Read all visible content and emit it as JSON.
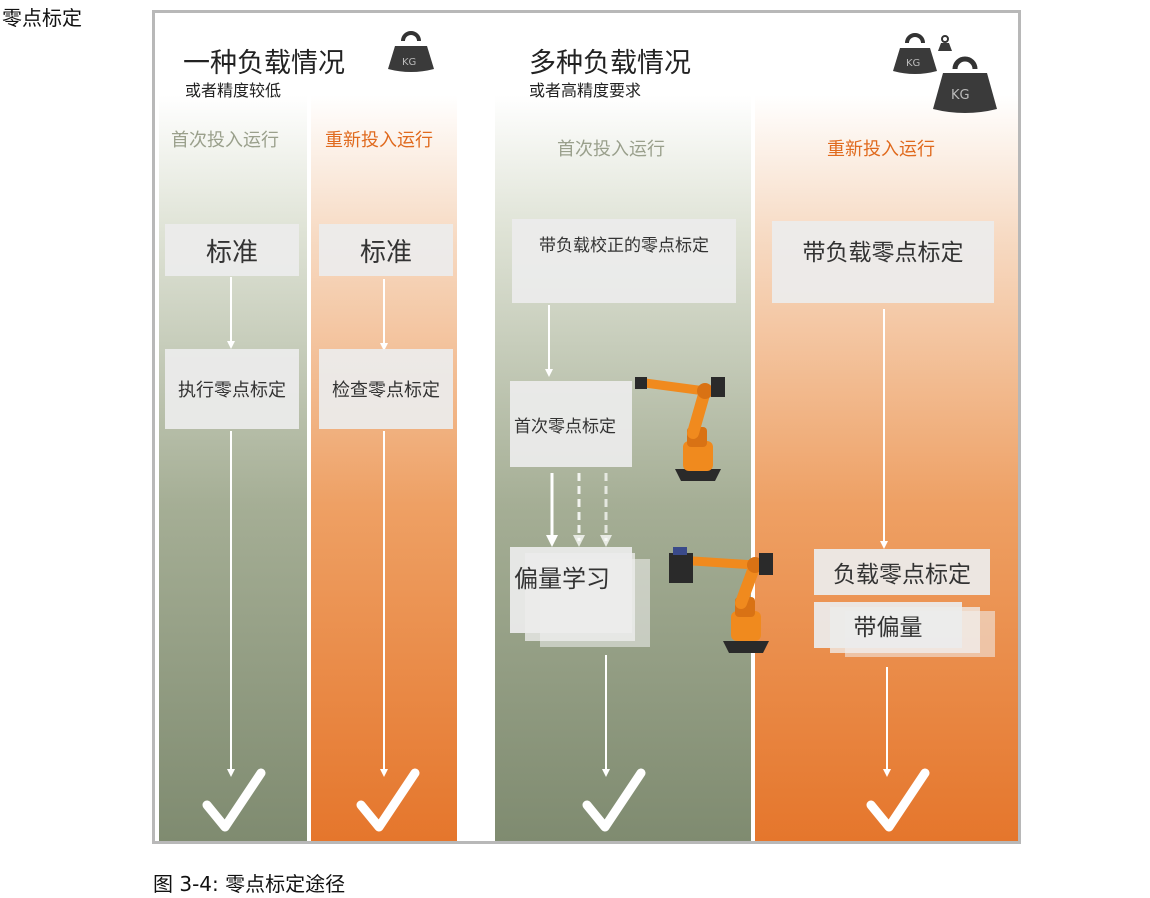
{
  "page_heading": "零点标定",
  "caption": "图  3-4: 零点标定途径",
  "left_section": {
    "title": "一种负载情况",
    "subtitle": "或者精度较低",
    "columns": [
      {
        "phase": "首次投入运行",
        "box1": "标准",
        "box2": "执行零点标定"
      },
      {
        "phase": "重新投入运行",
        "box1": "标准",
        "box2": "检查零点标定"
      }
    ]
  },
  "right_section": {
    "title": "多种负载情况",
    "subtitle": "或者高精度要求",
    "columns": [
      {
        "phase": "首次投入运行",
        "box1": "带负载校正的零点标定",
        "box2": "首次零点标定",
        "box3": "偏量学习"
      },
      {
        "phase": "重新投入运行",
        "box1": "带负载零点标定",
        "box2": "负载零点标定",
        "box3": "带偏量"
      }
    ]
  },
  "weight_label": "KG",
  "colors": {
    "green": "#8a957c",
    "orange": "#e87a30",
    "robot": "#f08a1e",
    "box": "#ececec",
    "frame": "#b8b8b8"
  },
  "icons": [
    "kg-weight-icon",
    "robot-arm-icon",
    "checkmark-icon",
    "arrow-down-icon"
  ]
}
